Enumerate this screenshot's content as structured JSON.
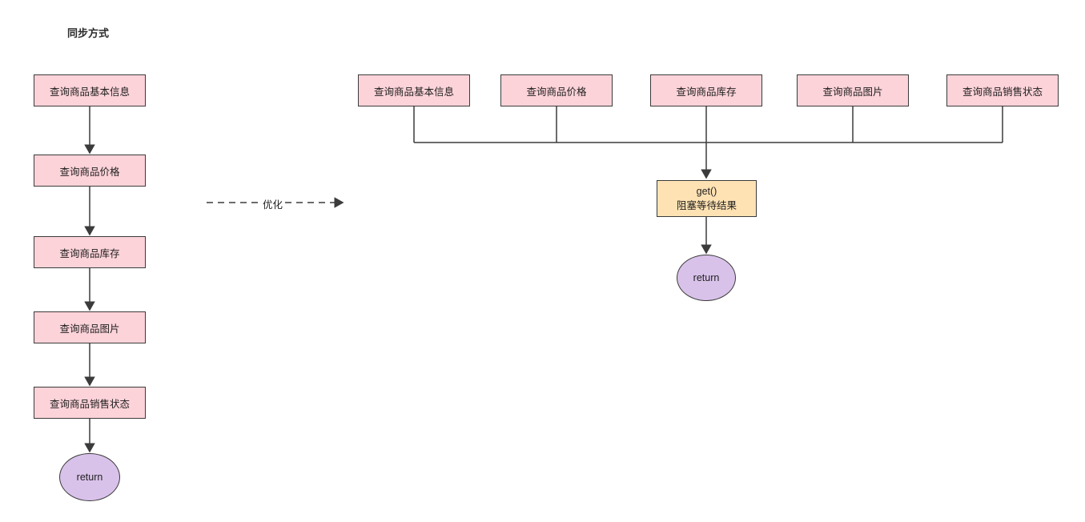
{
  "left": {
    "title": "同步方式",
    "steps": [
      "查询商品基本信息",
      "查询商品价格",
      "查询商品库存",
      "查询商品图片",
      "查询商品销售状态"
    ],
    "terminal": "return"
  },
  "transition": {
    "label": "优化"
  },
  "right": {
    "steps": [
      "查询商品基本信息",
      "查询商品价格",
      "查询商品库存",
      "查询商品图片",
      "查询商品销售状态"
    ],
    "gather_line1": "get()",
    "gather_line2": "阻塞等待结果",
    "terminal": "return"
  },
  "colors": {
    "box_fill": "#fcd3d9",
    "box_border": "#3b3b3b",
    "gather_fill": "#ffe2b3",
    "terminal_fill": "#d9c2ea",
    "line": "#3b3b3b"
  }
}
